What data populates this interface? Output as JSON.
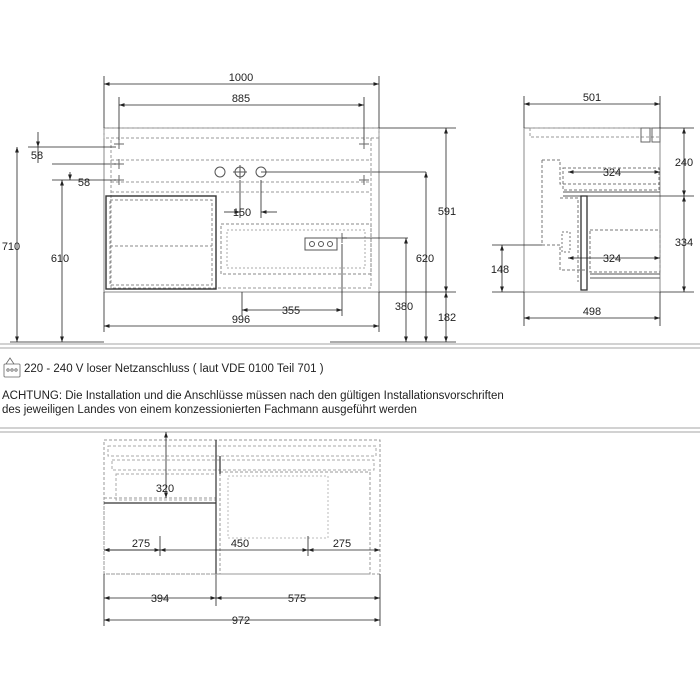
{
  "front_view": {
    "width_overall": "1000",
    "width_inner": "885",
    "width_base": "996",
    "offset_top_1": "58",
    "offset_top_2": "58",
    "height_overall": "710",
    "height_left": "610",
    "height_right_1": "591",
    "height_right_2": "620",
    "height_right_3": "380",
    "height_right_4": "182",
    "drain_offset": "150",
    "socket_offset": "355"
  },
  "side_view": {
    "depth_top": "501",
    "depth_base": "498",
    "shelf_upper": "324",
    "shelf_lower": "324",
    "height_upper": "240",
    "height_lower": "334",
    "height_siphon": "148"
  },
  "notes": {
    "power": "220 - 240 V loser Netzanschluss ( laut VDE 0100 Teil 701 )",
    "warning_line1": "ACHTUNG: Die Installation und die Anschlüsse müssen nach den gültigen Installationsvorschriften",
    "warning_line2": "des jeweiligen Landes von einem konzessionierten Fachmann ausgeführt werden"
  },
  "plan_view": {
    "depth_drawer": "320",
    "left_clear": "275",
    "center_clear": "450",
    "right_clear": "275",
    "left_section": "394",
    "right_section": "575",
    "total_width": "972"
  }
}
